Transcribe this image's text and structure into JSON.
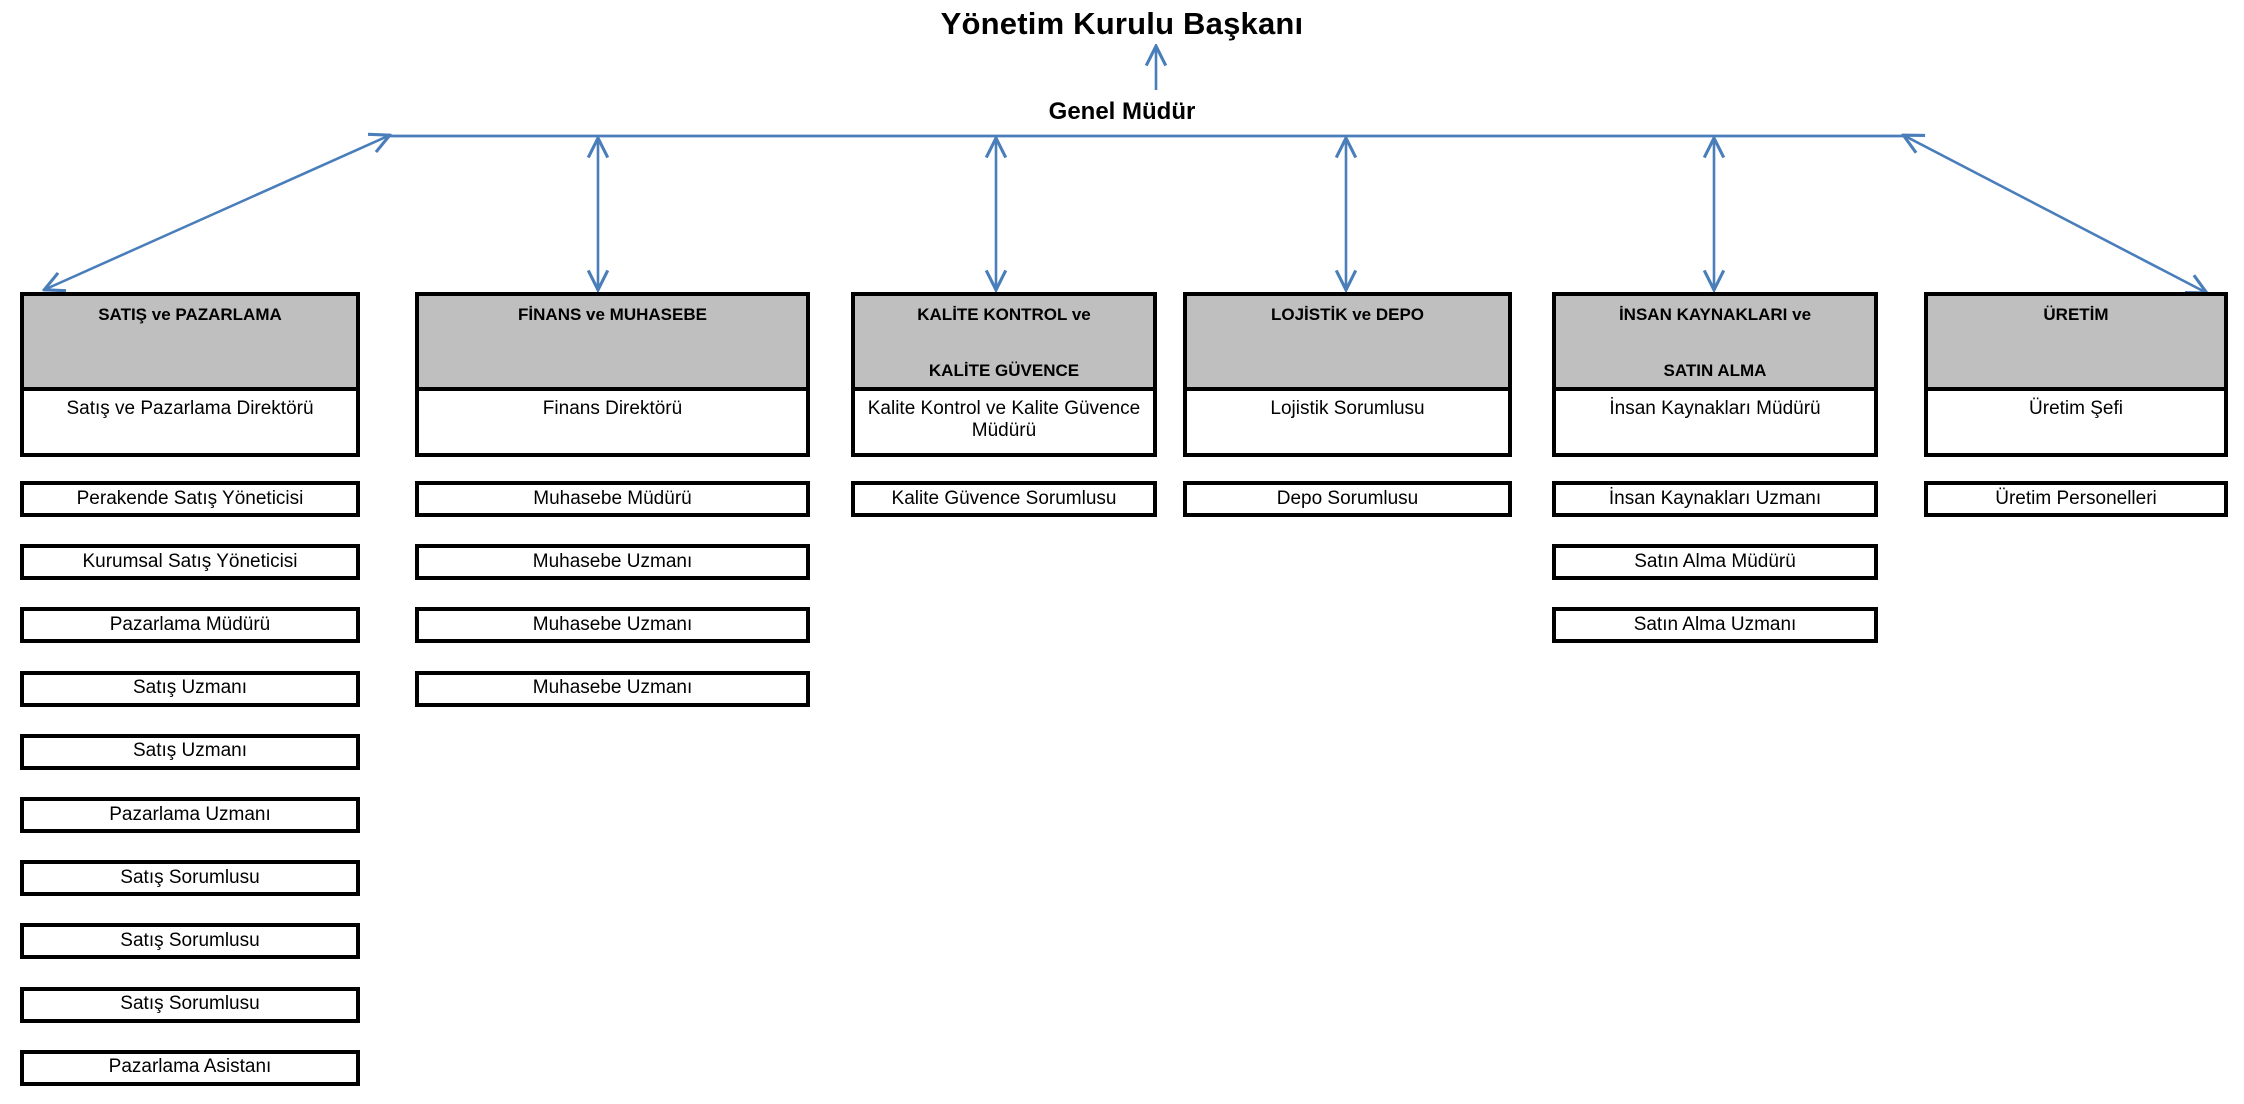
{
  "chart_data": {
    "type": "diagram",
    "title": "Yönetim Kurulu Başkanı",
    "subtitle": "Genel Müdür",
    "diagram_kind": "organizational-chart",
    "header_fill": "#BFBFBF",
    "connector_color": "#4A7EBB",
    "border_color": "#000000",
    "departments": [
      {
        "header_line1": "SATIŞ ve PAZARLAMA",
        "header_line2": "",
        "lead": "Satış ve Pazarlama Direktörü",
        "roles": [
          "Perakende Satış Yöneticisi",
          "Kurumsal Satış Yöneticisi",
          "Pazarlama Müdürü",
          "Satış Uzmanı",
          "Satış Uzmanı",
          "Pazarlama Uzmanı",
          "Satış Sorumlusu",
          "Satış Sorumlusu",
          "Satış Sorumlusu",
          "Pazarlama Asistanı"
        ]
      },
      {
        "header_line1": "FİNANS ve MUHASEBE",
        "header_line2": "",
        "lead": "Finans Direktörü",
        "roles": [
          "Muhasebe Müdürü",
          "Muhasebe Uzmanı",
          "Muhasebe Uzmanı",
          "Muhasebe Uzmanı"
        ]
      },
      {
        "header_line1": "KALİTE KONTROL ve",
        "header_line2": "KALİTE GÜVENCE",
        "lead": "Kalite Kontrol ve Kalite Güvence Müdürü",
        "roles": [
          "Kalite Güvence Sorumlusu"
        ]
      },
      {
        "header_line1": "LOJİSTİK ve DEPO",
        "header_line2": "",
        "lead": "Lojistik Sorumlusu",
        "roles": [
          "Depo Sorumlusu"
        ]
      },
      {
        "header_line1": "İNSAN KAYNAKLARI ve",
        "header_line2": "SATIN ALMA",
        "lead": "İnsan Kaynakları Müdürü",
        "roles": [
          "İnsan Kaynakları Uzmanı",
          "Satın Alma Müdürü",
          "Satın Alma Uzmanı"
        ]
      },
      {
        "header_line1": "ÜRETİM",
        "header_line2": "",
        "lead": "Üretim Şefi",
        "roles": [
          "Üretim Personelleri"
        ]
      }
    ]
  }
}
